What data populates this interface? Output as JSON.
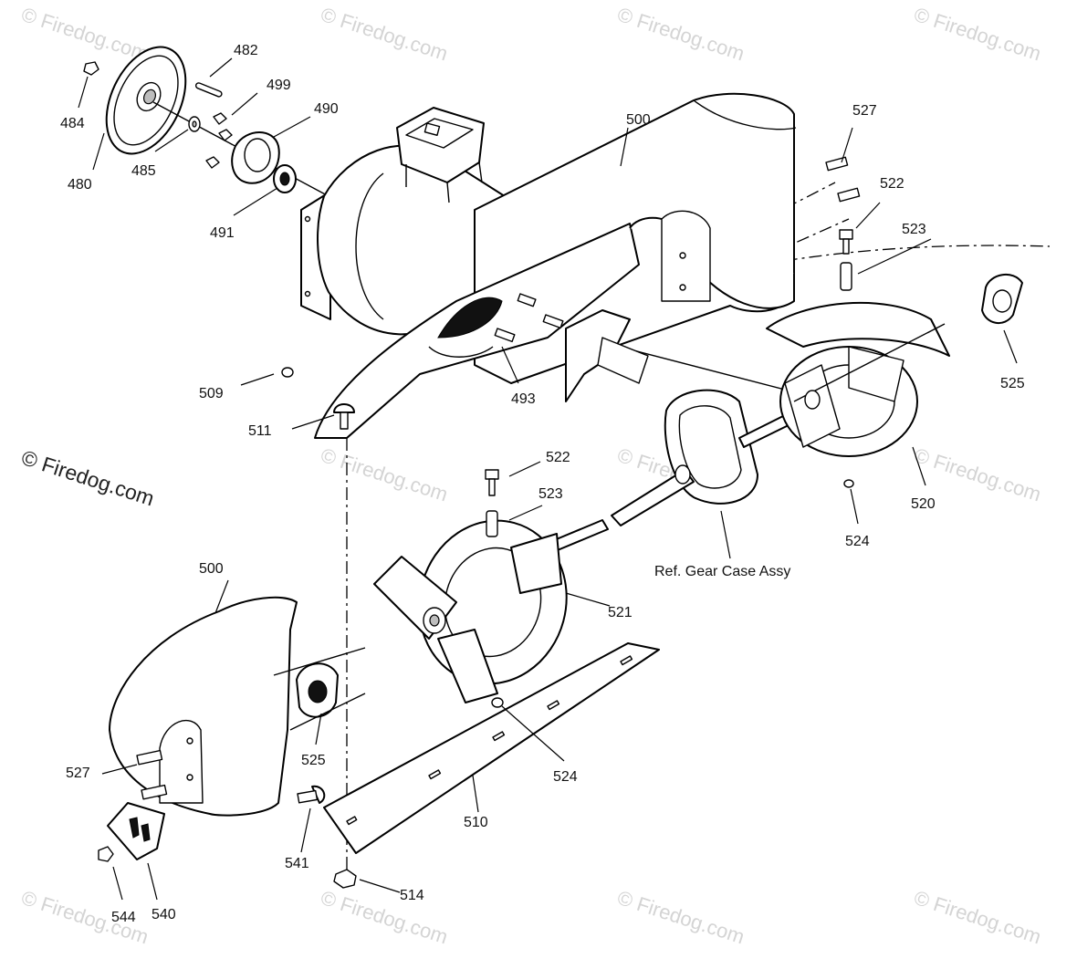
{
  "figure": {
    "reference_label": "Ref. Gear Case Assy",
    "watermark_main": "© Firedog.com",
    "watermark_faint": "© Firedog.com"
  },
  "parts": [
    {
      "id": "p482",
      "label": "482"
    },
    {
      "id": "p499",
      "label": "499"
    },
    {
      "id": "p490",
      "label": "490"
    },
    {
      "id": "p484",
      "label": "484"
    },
    {
      "id": "p485",
      "label": "485"
    },
    {
      "id": "p480",
      "label": "480"
    },
    {
      "id": "p491",
      "label": "491"
    },
    {
      "id": "p500a",
      "label": "500"
    },
    {
      "id": "p527a",
      "label": "527"
    },
    {
      "id": "p522a",
      "label": "522"
    },
    {
      "id": "p523a",
      "label": "523"
    },
    {
      "id": "p525a",
      "label": "525"
    },
    {
      "id": "p509",
      "label": "509"
    },
    {
      "id": "p511",
      "label": "511"
    },
    {
      "id": "p493",
      "label": "493"
    },
    {
      "id": "p522b",
      "label": "522"
    },
    {
      "id": "p523b",
      "label": "523"
    },
    {
      "id": "p520",
      "label": "520"
    },
    {
      "id": "p524a",
      "label": "524"
    },
    {
      "id": "p500b",
      "label": "500"
    },
    {
      "id": "p521",
      "label": "521"
    },
    {
      "id": "p527b",
      "label": "527"
    },
    {
      "id": "p525b",
      "label": "525"
    },
    {
      "id": "p524b",
      "label": "524"
    },
    {
      "id": "p510",
      "label": "510"
    },
    {
      "id": "p541",
      "label": "541"
    },
    {
      "id": "p514",
      "label": "514"
    },
    {
      "id": "p544",
      "label": "544"
    },
    {
      "id": "p540",
      "label": "540"
    }
  ]
}
